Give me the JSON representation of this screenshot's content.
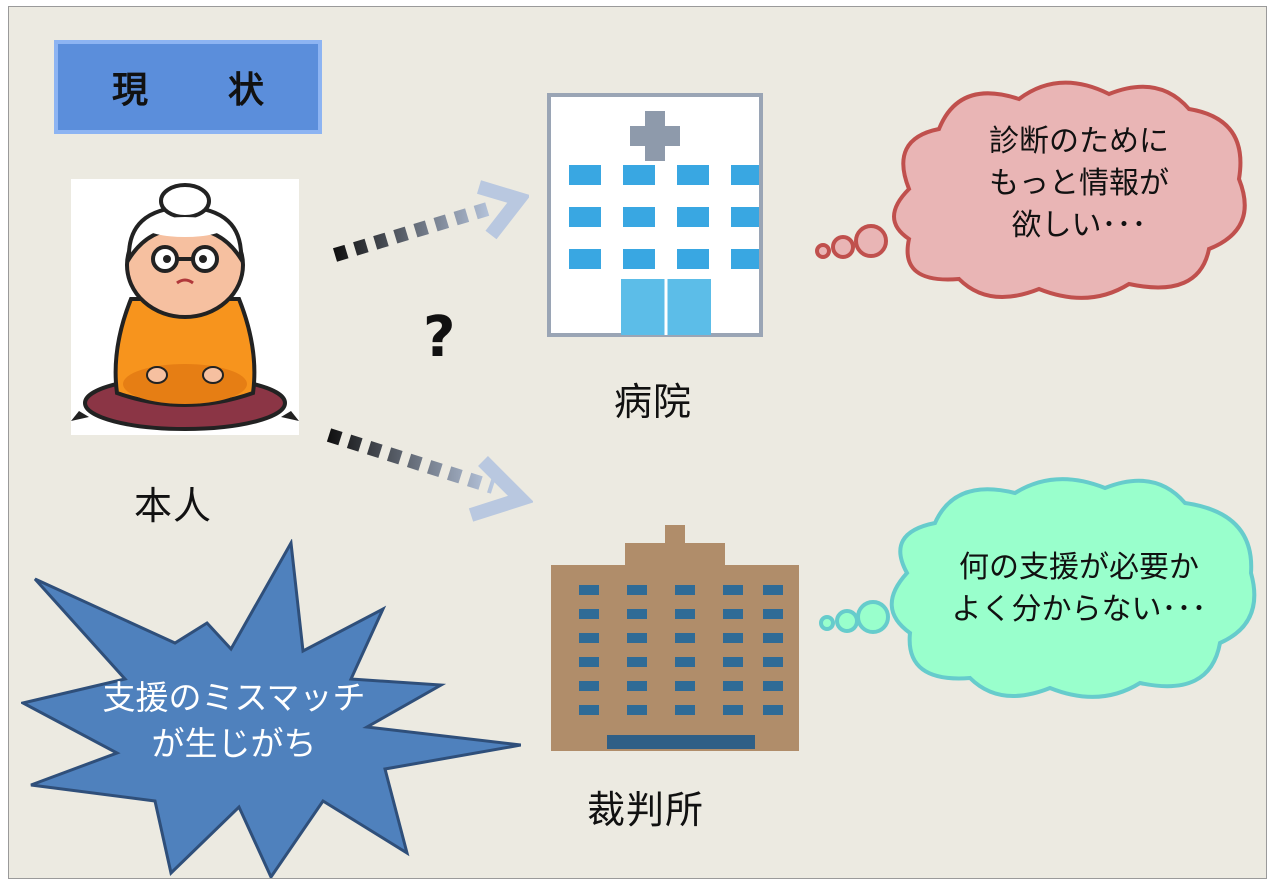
{
  "title": "現　状",
  "person": {
    "label": "本人"
  },
  "hospital": {
    "label": "病院",
    "thought": "診断のために\nもっと情報が\n欲しい･･･"
  },
  "court": {
    "label": "裁判所",
    "thought": "何の支援が必要か\nよく分からない･･･"
  },
  "question_mark": "?",
  "problem": {
    "text": "支援のミスマッチ\nが生じがち"
  },
  "colors": {
    "background": "#eceae1",
    "title_fill": "#5b8edb",
    "hospital_cloud": "#e9b5b5",
    "hospital_cloud_border": "#c0504d",
    "court_cloud": "#99ffcc",
    "court_cloud_border": "#66cccc",
    "problem_star": "#4f81bd"
  },
  "icons": [
    "elderly-woman-icon",
    "hospital-building-icon",
    "courthouse-building-icon",
    "dotted-arrow-icon",
    "thought-cloud-icon",
    "explosion-star-icon"
  ]
}
